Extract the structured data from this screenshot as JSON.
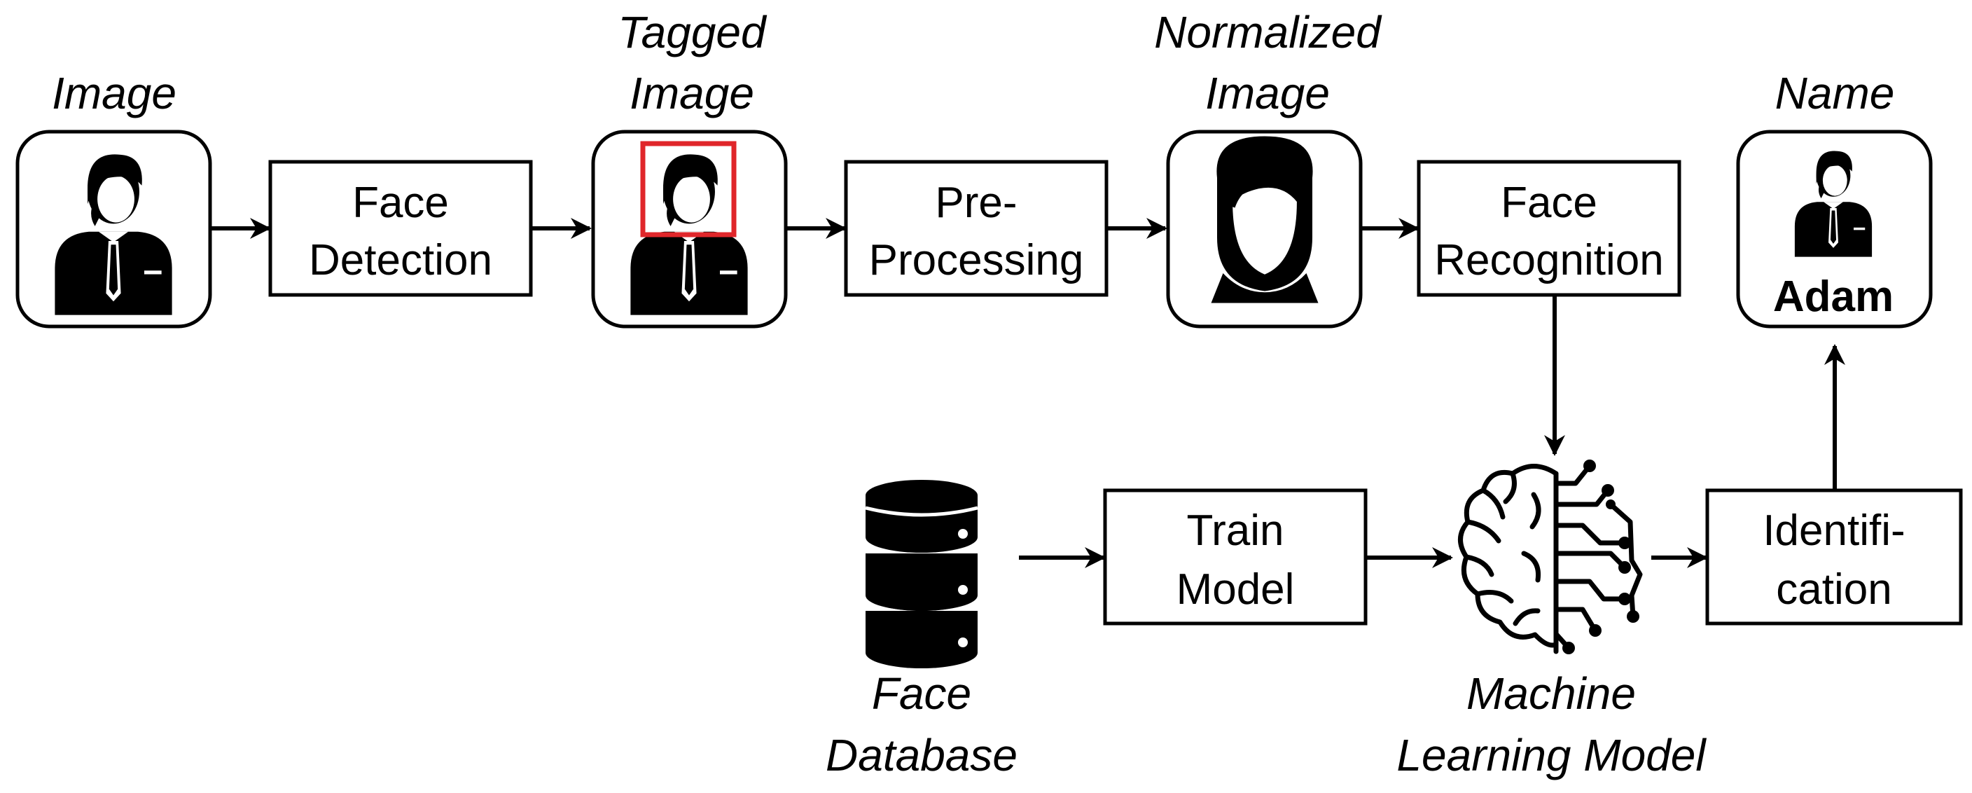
{
  "captions": {
    "image": "Image",
    "tagged_line1": "Tagged",
    "tagged_line2": "Image",
    "normalized_line1": "Normalized",
    "normalized_line2": "Image",
    "name": "Name",
    "face_db_line1": "Face",
    "face_db_line2": "Database",
    "ml_line1": "Machine",
    "ml_line2": "Learning Model"
  },
  "boxes": {
    "face_detection_line1": "Face",
    "face_detection_line2": "Detection",
    "preprocessing_line1": "Pre-",
    "preprocessing_line2": "Processing",
    "face_recognition_line1": "Face",
    "face_recognition_line2": "Recognition",
    "train_line1": "Train",
    "train_line2": "Model",
    "identification_line1": "Identifi-",
    "identification_line2": "cation"
  },
  "result_name": "Adam",
  "colors": {
    "tag_box": "#e0262a",
    "stroke": "#000000"
  },
  "icons": [
    "person-icon",
    "face-icon",
    "database-icon",
    "brain-circuit-icon"
  ]
}
